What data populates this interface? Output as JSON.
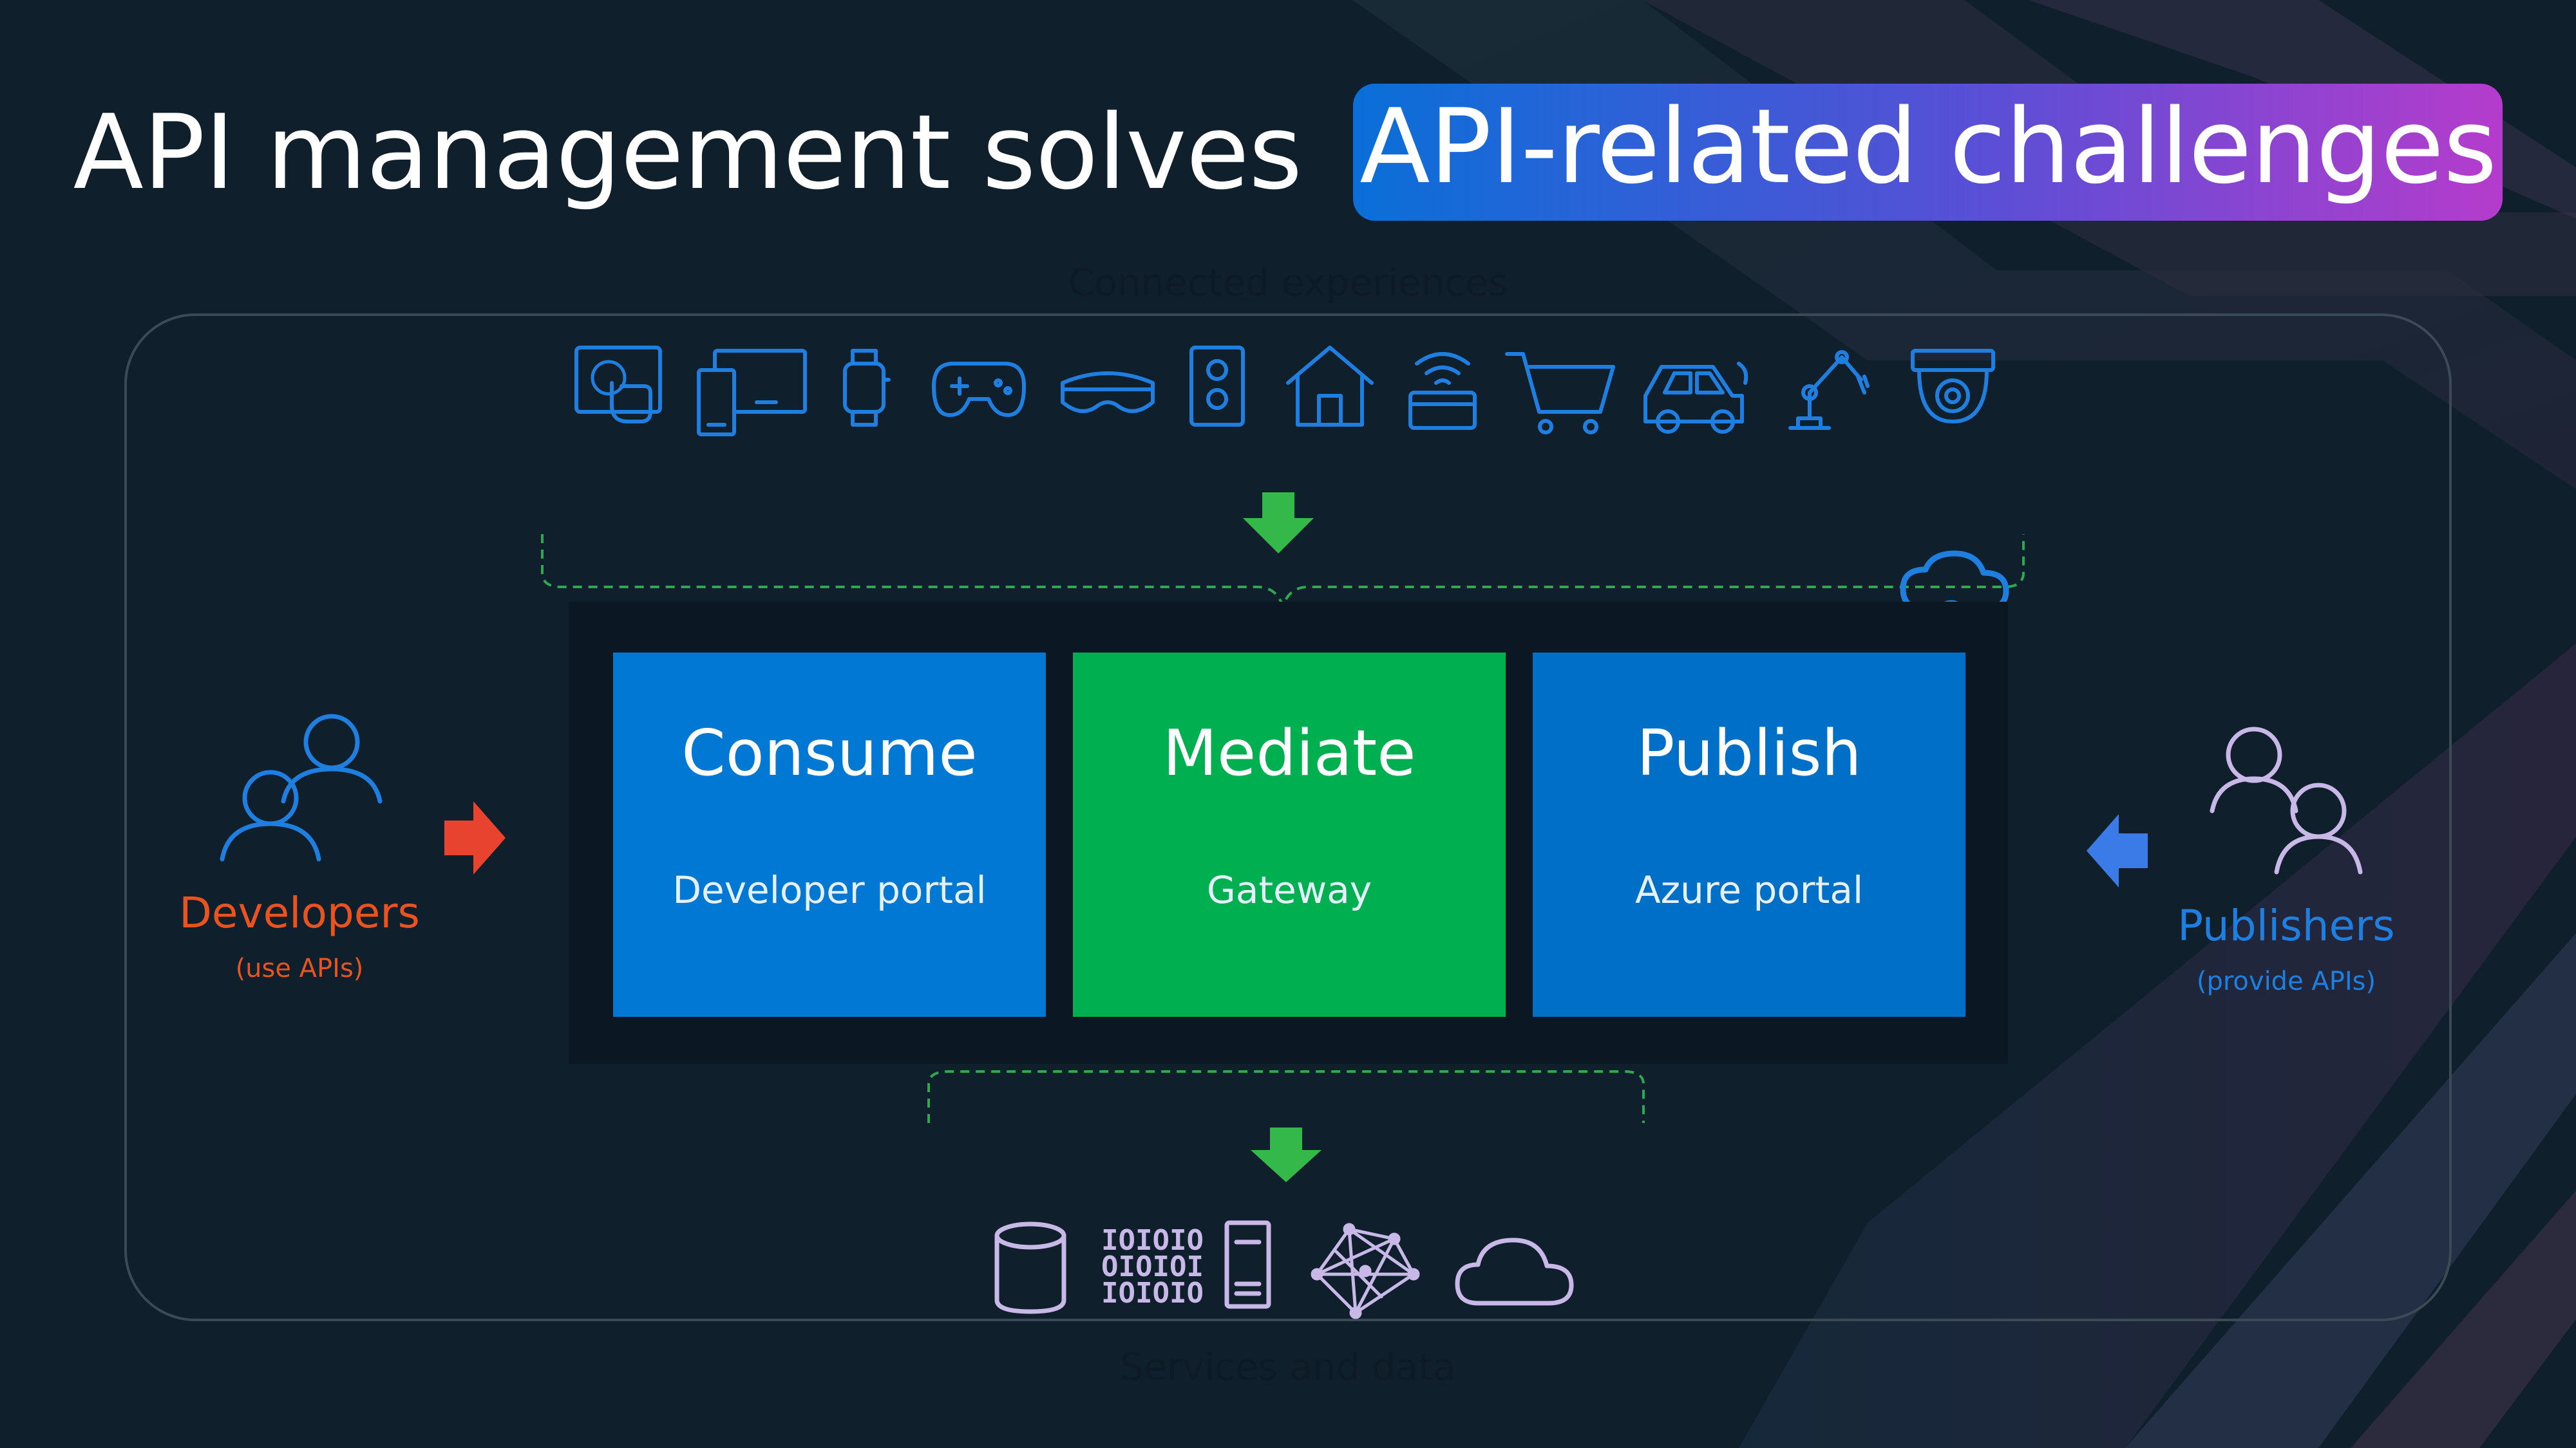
{
  "slide": {
    "title_plain": "API management solves",
    "title_highlight": "API-related challenges",
    "top_caption": "Connected experiences",
    "bottom_caption": "Services and data"
  },
  "pillars": [
    {
      "heading": "Consume",
      "subtitle": "Developer portal",
      "color": "#0078d4"
    },
    {
      "heading": "Mediate",
      "subtitle": "Gateway",
      "color": "#00b050"
    },
    {
      "heading": "Publish",
      "subtitle": "Azure portal",
      "color": "#006fc7"
    }
  ],
  "roles": {
    "developers": {
      "label": "Developers",
      "sub": "(use APIs)",
      "color": "#e8531f"
    },
    "publishers": {
      "label": "Publishers",
      "sub": "(provide APIs)",
      "color": "#1f7fe0"
    }
  },
  "binary_rows": [
    "IOIOIO",
    "OIOIOI",
    "IOIOIO"
  ],
  "icons": {
    "experiences": [
      "touch-screen-icon",
      "devices-icon",
      "smartwatch-icon",
      "game-controller-icon",
      "vr-headset-icon",
      "speaker-icon",
      "house-icon",
      "wifi-card-icon",
      "shopping-cart-icon",
      "car-icon",
      "robot-arm-icon",
      "security-camera-icon"
    ],
    "services": [
      "database-icon",
      "binary-data-icon",
      "server-icon",
      "network-mesh-icon",
      "cloud-icon"
    ]
  },
  "colors": {
    "background": "#0f1f2b",
    "icon_blue": "#1f7fe0",
    "icon_lavender": "#c8b8e8",
    "arrow_green": "#35b84a",
    "dashed_green": "#2fa84f"
  }
}
